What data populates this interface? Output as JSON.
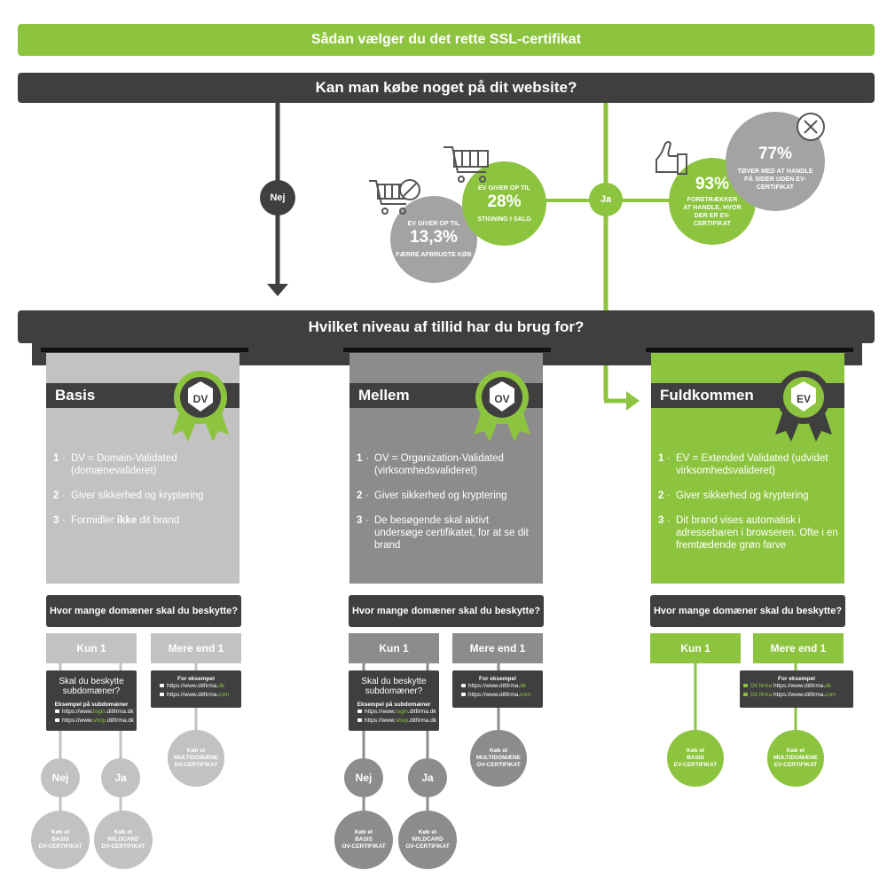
{
  "title": "Sådan vælger du det rette SSL-certifikat",
  "question1": "Kan man købe noget på dit website?",
  "no_label": "Nej",
  "yes_label": "Ja",
  "stats": [
    {
      "top": "EV GIVER OP TIL",
      "pct": "13,3%",
      "bottom": "FÆRRE AFBRUDTE KØB",
      "icon": "shopping-cart-cancel-icon"
    },
    {
      "top": "EV GIVER OP TIL",
      "pct": "28%",
      "bottom": "STIGNING I SALG",
      "icon": "shopping-cart-icon"
    },
    {
      "top": "",
      "pct": "93%",
      "bottom": "FORETRÆKKER AT HANDLE, HVOR DER ER EV-CERTIFIKAT",
      "icon": "thumbs-up-icon"
    },
    {
      "top": "",
      "pct": "77%",
      "bottom": "TØVER MED AT HANDLE PÅ SIDER UDEN EV-CERTIFIKAT",
      "icon": "cross-circle-icon"
    }
  ],
  "question2": "Hvilket niveau af tillid har du brug for?",
  "levels": [
    {
      "name": "Basis",
      "badge": "DV",
      "points": [
        {
          "n": "1",
          "text": "DV = Domain-Validated (domænevalideret)"
        },
        {
          "n": "2",
          "text": "Giver sikkerhed og kryptering"
        },
        {
          "n": "3",
          "pre": "Formidler ",
          "bold": "ikke",
          "post": " dit brand"
        }
      ],
      "domain_q": "Hvor mange domæner skal du beskytte?",
      "one": "Kun 1",
      "more": "Mere end 1",
      "sub_q": "Skal du beskytte subdomæner?",
      "sub_ex_title": "Eksempel på subdomæner",
      "sub_urls": [
        {
          "pre": "https://www.",
          "hl": "login",
          "post": ".ditfirma.dk"
        },
        {
          "pre": "https://www.",
          "hl": "shop",
          "post": ".ditfirma.dk"
        }
      ],
      "multi_ex_title": "For eksempel",
      "multi_urls": [
        {
          "pre": "https://www.ditfirma.",
          "hl": "dk",
          "post": ""
        },
        {
          "pre": "https://www.ditfirma.",
          "hl": "com",
          "post": ""
        }
      ],
      "no": "Nej",
      "yes": "Ja",
      "buy_basic": [
        "Køb et",
        "BASIS",
        "DV-CERTIFIKAT"
      ],
      "buy_wild": [
        "Køb et",
        "WILDCARD",
        "DV-CERTIFIKAT"
      ],
      "buy_multi": [
        "Køb et",
        "MULTIDOMÆNE",
        "DV-CERTIFIKAT"
      ]
    },
    {
      "name": "Mellem",
      "badge": "OV",
      "points": [
        {
          "n": "1",
          "text": "OV = Organization-Validated (virksomhedsvalideret)"
        },
        {
          "n": "2",
          "text": "Giver sikkerhed og kryptering"
        },
        {
          "n": "3",
          "text": "De besøgende skal aktivt undersøge certifikatet, for at se dit brand"
        }
      ],
      "domain_q": "Hvor mange domæner skal du beskytte?",
      "one": "Kun 1",
      "more": "Mere end 1",
      "sub_q": "Skal du beskytte subdomæner?",
      "sub_ex_title": "Eksempel på subdomæner",
      "sub_urls": [
        {
          "pre": "https://www.",
          "hl": "login",
          "post": ".ditfirma.dk"
        },
        {
          "pre": "https://www.",
          "hl": "shop",
          "post": ".ditfirma.dk"
        }
      ],
      "multi_ex_title": "For eksempel",
      "multi_urls": [
        {
          "pre": "https://www.ditfirma.",
          "hl": "dk",
          "post": ""
        },
        {
          "pre": "https://www.ditfirma.",
          "hl": "com",
          "post": ""
        }
      ],
      "no": "Nej",
      "yes": "Ja",
      "buy_basic": [
        "Køb et",
        "BASIS",
        "OV-CERTIFIKAT"
      ],
      "buy_wild": [
        "Køb et",
        "WILDCARD",
        "OV-CERTIFIKAT"
      ],
      "buy_multi": [
        "Køb et",
        "MULTIDOMÆNE",
        "OV-CERTIFIKAT"
      ]
    },
    {
      "name": "Fuldkommen",
      "badge": "EV",
      "points": [
        {
          "n": "1",
          "text": "EV = Extended Validated (udvidet virksomhedsvalideret)"
        },
        {
          "n": "2",
          "text": "Giver sikkerhed og kryptering"
        },
        {
          "n": "3",
          "text": "Dit brand vises automatisk i adressebaren i browseren. Ofte i en fremtædende grøn farve"
        }
      ],
      "domain_q": "Hvor mange domæner skal du beskytte?",
      "one": "Kun 1",
      "more": "Mere end 1",
      "multi_ex_title": "For eksempel",
      "multi_urls": [
        {
          "pre": "Dit firma",
          "hl": "",
          "post": " https://www.ditfirma.",
          "hl2": "dk"
        },
        {
          "pre": "Dit firma",
          "hl": "",
          "post": " https://www.ditfirma.",
          "hl2": "com"
        }
      ],
      "buy_basic": [
        "Køb et",
        "BASIS",
        "EV-CERTIFIKAT"
      ],
      "buy_multi": [
        "Køb et",
        "MULTIDOMÆNE",
        "EV-CERTIFIKAT"
      ]
    }
  ],
  "colors": {
    "green": "#8dc43f",
    "dark": "#3f3f3f",
    "light_gray": "#c2c2c2",
    "mid_gray": "#8c8c8c",
    "stat_gray": "#a3a3a3"
  }
}
